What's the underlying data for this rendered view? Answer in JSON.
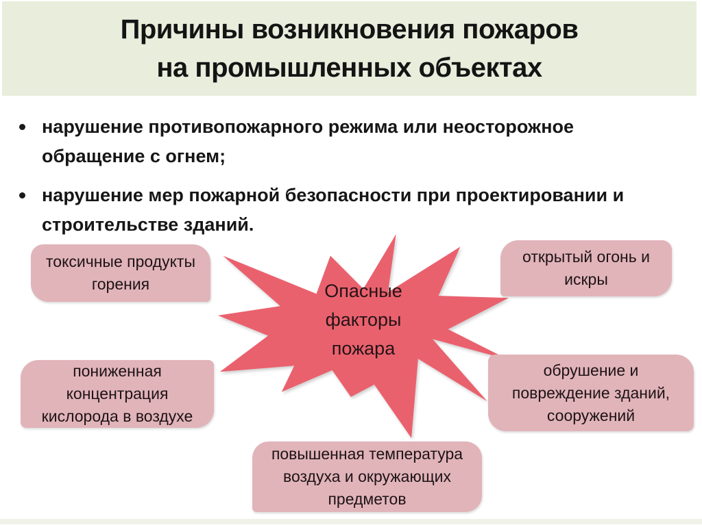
{
  "slide": {
    "title": {
      "lines": [
        "Причины возникновения пожаров",
        "на промышленных объектах"
      ]
    },
    "bullets": [
      "нарушение противопожарного режима или неосторожное обращение с огнем;",
      "нарушение мер пожарной безопасности при проектировании и строительстве зданий."
    ],
    "diagram": {
      "center_label": "Опасные факторы пожара",
      "center_shape": "explosion-starburst",
      "factors": [
        "токсичные продукты горения",
        "открытый огонь и искры",
        "пониженная концентрация кислорода в воздухе",
        "обрушение и повреждение зданий, сооружений",
        "повышенная температура воздуха и окружающих предметов"
      ]
    },
    "colors": {
      "title_background": "#E9EDDC",
      "factor_box_fill": "#E1B4BA",
      "starburst_fill": "#EA616E",
      "text_color": "#1C1C1C",
      "footer_strip": "#F0F2E8"
    }
  }
}
